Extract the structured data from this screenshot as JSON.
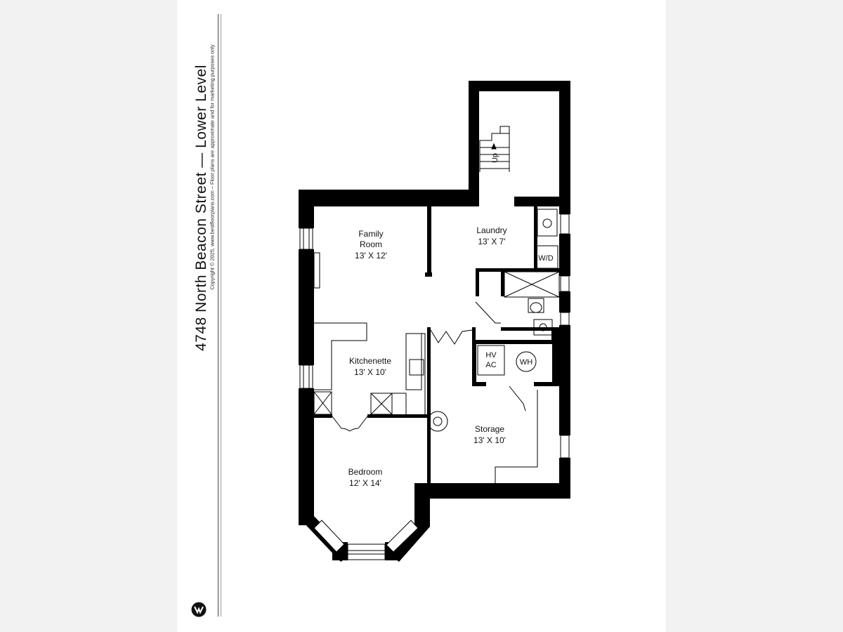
{
  "title": "4748 North Beacon Street — Lower Level",
  "copyright": "Copyright © 2025, www.bestfloorplans.com – Floor plans are approximate and for marketing purposes only",
  "rooms": {
    "family_room": {
      "name_line1": "Family",
      "name_line2": "Room",
      "dims": "13' X 12'"
    },
    "laundry": {
      "name": "Laundry",
      "dims": "13' X 7'"
    },
    "kitchenette": {
      "name": "Kitchenette",
      "dims": "13' X 10'"
    },
    "storage": {
      "name": "Storage",
      "dims": "13' X 10'"
    },
    "bedroom": {
      "name": "Bedroom",
      "dims": "12' X 14'"
    }
  },
  "fixtures": {
    "stairs": "Up",
    "washer_dryer": "W/D",
    "hvac_line1": "HV",
    "hvac_line2": "AC",
    "water_heater": "WH"
  },
  "logo": {
    "icon": "bestfloorplans-logo-icon"
  }
}
